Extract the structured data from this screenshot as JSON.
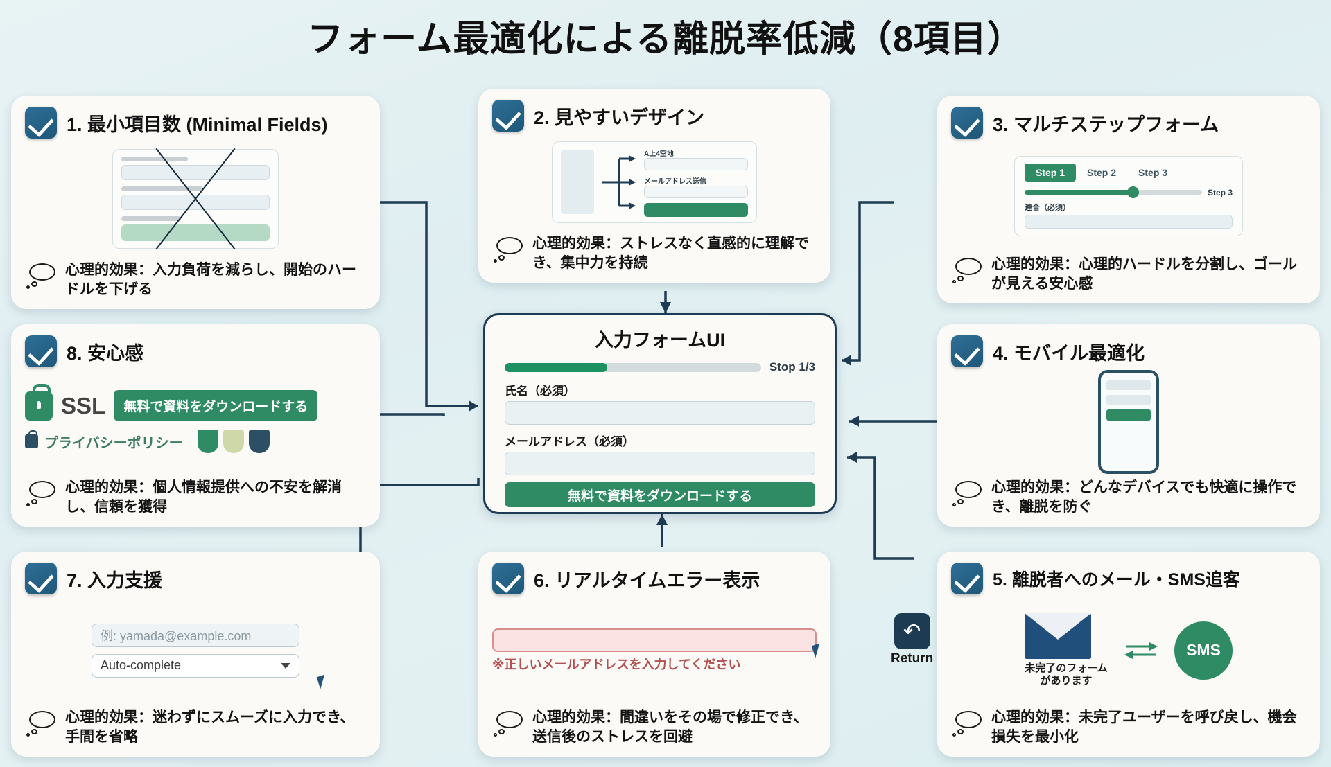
{
  "title": "フォーム最適化による離脱率低減（8項目）",
  "center_panel": {
    "heading": "入力フォームUI",
    "progress_label": "Stop 1/3",
    "progress_percent": 40,
    "name_label": "氏名（必須）",
    "email_label": "メールアドレス（必須）",
    "submit_label": "無料で資料をダウンロードする"
  },
  "return_node": {
    "icon": "return-arrow-icon",
    "label": "Return"
  },
  "cards": [
    {
      "id": 1,
      "title": "1. 最小項目数 (Minimal Fields)",
      "caption": "心理的効果：入力負荷を減らし、開始のハードルを下げる",
      "mock": "crossed-out-long-form"
    },
    {
      "id": 2,
      "title": "2. 見やすいデザイン",
      "caption": "心理的効果：ストレスなく直感的に理解でき、集中力を持続",
      "mock": "clear-layout-flow",
      "mock_labels": [
        "A上4空地",
        "メールアドレス送信"
      ]
    },
    {
      "id": 3,
      "title": "3. マルチステップフォーム",
      "caption": "心理的効果：心理的ハードルを分割し、ゴールが見える安心感",
      "mock": "multi-step-progress",
      "steps": [
        "Step 1",
        "Step 2",
        "Step 3"
      ],
      "step_active": "Step 1",
      "step_slider_label": "Step 3",
      "step_field_label": "連合（必須）"
    },
    {
      "id": 4,
      "title": "4. モバイル最適化",
      "caption": "心理的効果：どんなデバイスでも快適に操作でき、離脱を防ぐ",
      "mock": "smartphone-form"
    },
    {
      "id": 5,
      "title": "5. 離脱者へのメール・SMS追客",
      "caption": "心理的効果：未完了ユーザーを呼び戻し、機会損失を最小化",
      "mock": "email-sms-retarget",
      "mock_text": "未完了のフォームがあります",
      "sms_label": "SMS"
    },
    {
      "id": 6,
      "title": "6. リアルタイムエラー表示",
      "caption": "心理的効果：間違いをその場で修正でき、送信後のストレスを回避",
      "mock": "inline-error-field",
      "error_text": "※正しいメールアドレスを入力してください"
    },
    {
      "id": 7,
      "title": "7. 入力支援",
      "caption": "心理的効果：迷わずにスムーズに入力でき、手間を省略",
      "mock": "autocomplete-input",
      "input_placeholder": "例: yamada@example.com",
      "select_value": "Auto-complete"
    },
    {
      "id": 8,
      "title": "8. 安心感",
      "caption": "心理的効果：個人情報提供への不安を解消し、信頼を獲得",
      "mock": "ssl-trust-badges",
      "ssl_label": "SSL",
      "cta_label": "無料で資料をダウンロードする",
      "privacy_label": "プライバシーポリシー"
    }
  ],
  "colors": {
    "accent_green": "#2e8b63",
    "accent_navy": "#1d3b52",
    "card_bg": "#fbfaf7",
    "error_red": "#b45050"
  }
}
